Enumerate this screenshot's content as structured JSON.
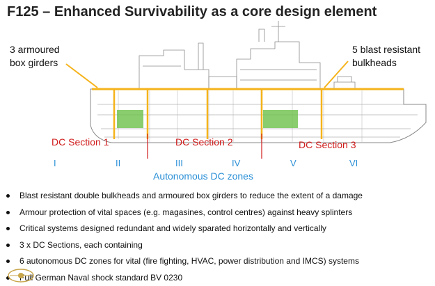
{
  "title": "F125  – Enhanced Survivability as a core design element",
  "callouts": {
    "left_line1": "3 armoured",
    "left_line2": "box girders",
    "right_line1": "5 blast resistant",
    "right_line2": "bulkheads"
  },
  "dc_sections": [
    "DC Section 1",
    "DC Section 2",
    "DC Section 3"
  ],
  "zones": [
    "I",
    "II",
    "III",
    "IV",
    "V",
    "VI"
  ],
  "zones_caption": "Autonomous DC zones",
  "bullets": [
    "Blast resistant double bulkheads and armoured box girders to reduce the extent of a damage",
    "Armour protection of vital spaces (e.g. magasines, control centres) against heavy splinters",
    "Critical systems designed redundant and widely sparated horizontally and vertically",
    "3 x DC Sections, each containing",
    "6 autonomous DC zones for vital (fire fighting, HVAC, power distribution and IMCS) systems",
    "Full German Naval shock standard BV 0230"
  ],
  "colors": {
    "girder_yellow": "#f5b31b",
    "dc_red": "#d01b1b",
    "zone_blue": "#2a8fd6",
    "armour_green": "#6cc04a",
    "ship_line": "#8a8a8a"
  }
}
